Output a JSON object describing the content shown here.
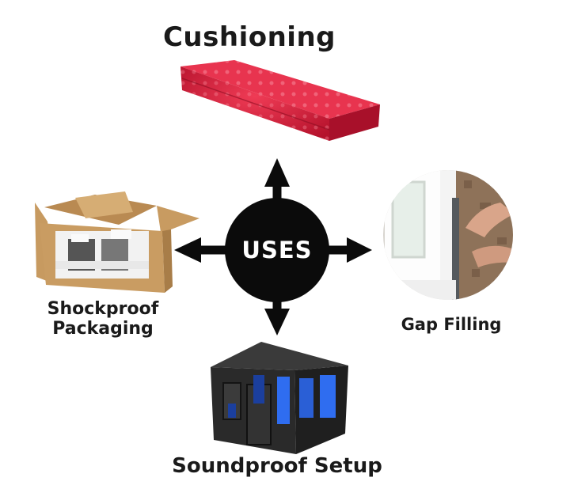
{
  "center": {
    "label": "USES"
  },
  "nodes": {
    "top": {
      "label": "Cushioning",
      "image": "mattress"
    },
    "left": {
      "label_line1": "Shockproof",
      "label_line2": "Packaging",
      "image": "box-with-foam-inserts"
    },
    "right": {
      "label": "Gap Filling",
      "image": "window-sealing-strip"
    },
    "bottom": {
      "label": "Soundproof Setup",
      "image": "soundproof-booth"
    }
  },
  "colors": {
    "hub": "#0b0b0b",
    "text": "#1a1a1a",
    "mattress": "#d9233f",
    "cardboard": "#c99c62",
    "booth": "#2a2a2a",
    "booth_light": "#2f6df0"
  }
}
